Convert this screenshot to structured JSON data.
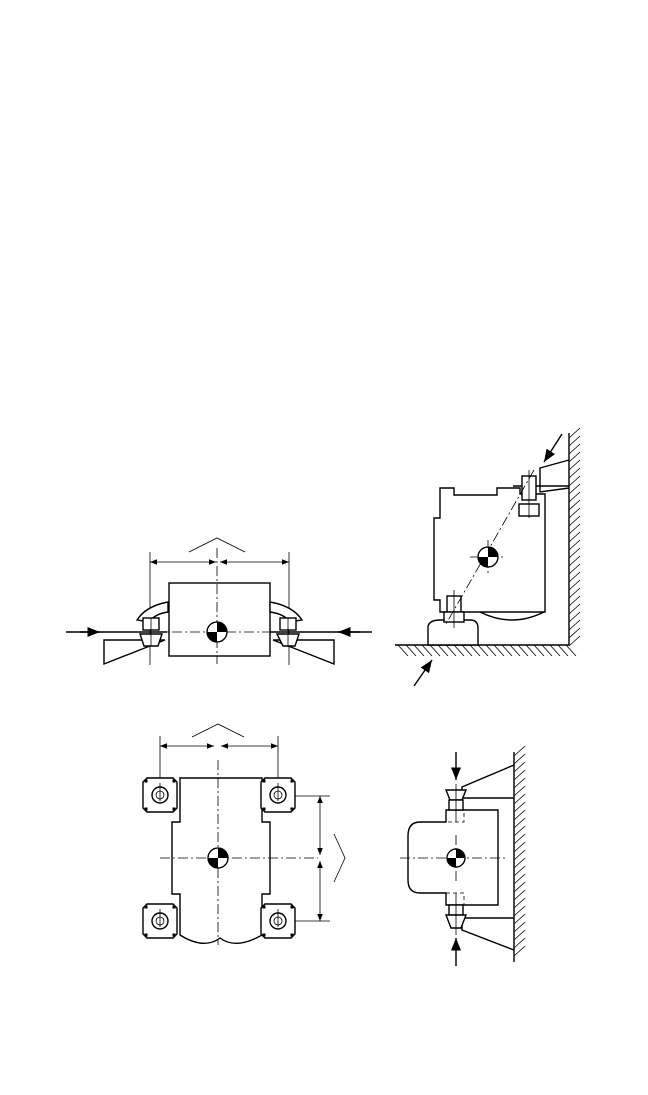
{
  "figure": {
    "views": [
      "front-view-horizontal-mount",
      "side-view-floor-wall-mount",
      "top-view-four-point-mount",
      "side-view-wall-mount"
    ],
    "colors": {
      "line": "#000000",
      "background": "#ffffff"
    },
    "icons": [
      "center-of-gravity-icon"
    ]
  }
}
